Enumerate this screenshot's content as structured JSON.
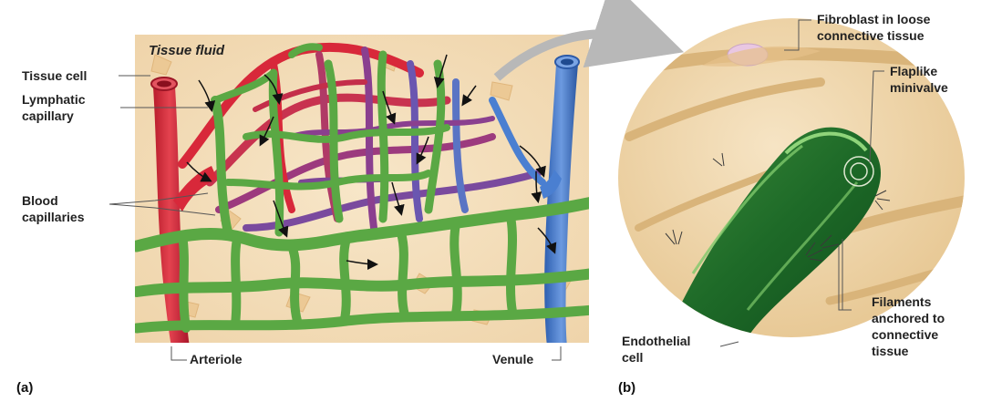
{
  "panel_a": {
    "letter": "(a)",
    "labels": {
      "tissue_fluid": "Tissue fluid",
      "tissue_cell": "Tissue cell",
      "lymphatic_1": "Lymphatic",
      "lymphatic_2": "capillary",
      "blood_1": "Blood",
      "blood_2": "capillaries",
      "arteriole": "Arteriole",
      "venule": "Venule"
    }
  },
  "panel_b": {
    "letter": "(b)",
    "labels": {
      "fibroblast_1": "Fibroblast in loose",
      "fibroblast_2": "connective tissue",
      "flaplike_1": "Flaplike",
      "flaplike_2": "minivalve",
      "endothelial_1": "Endothelial",
      "endothelial_2": "cell",
      "filaments_1": "Filaments",
      "filaments_2": "anchored to",
      "filaments_3": "connective",
      "filaments_4": "tissue"
    }
  },
  "colors": {
    "tissue_bg": "#f3dcb8",
    "arteriole_red": "#d8283a",
    "venule_blue": "#4a7fd1",
    "capillary_purple": "#8a3f8f",
    "lymphatic_green": "#5aa844",
    "lymphatic_dark": "#1f6b2a",
    "connector_arrow": "#b8b8b8"
  }
}
